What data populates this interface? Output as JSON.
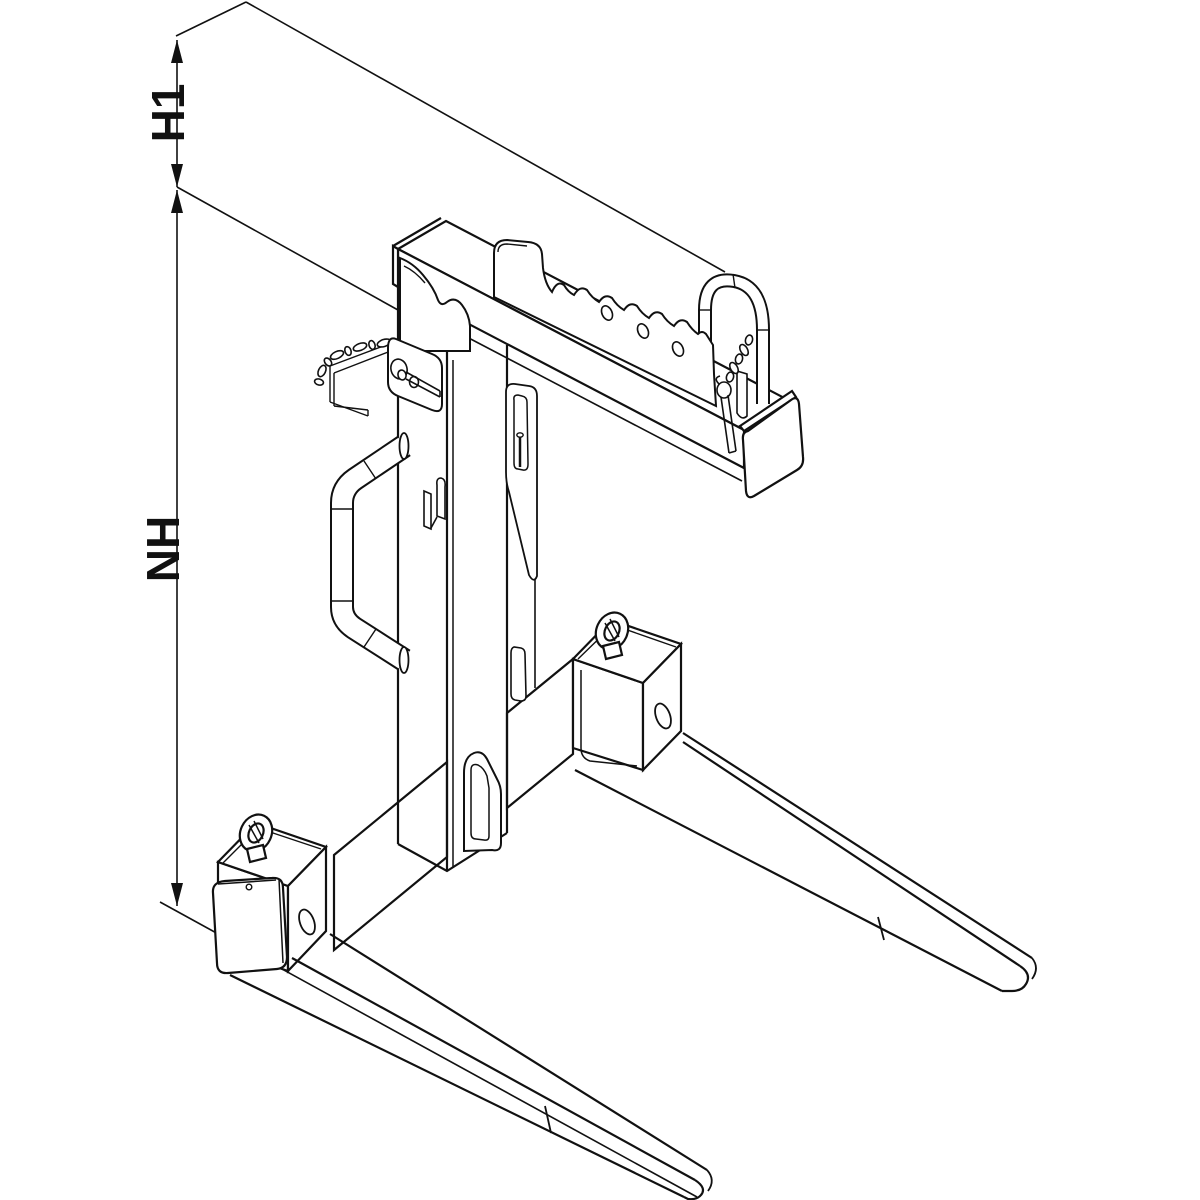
{
  "drawing": {
    "type": "isometric-technical-line-drawing",
    "subject": "crane fork pallet lifting attachment with adjustable serrated hook rail, bow shackle, grab handle, sliding fork brackets with eye bolts and tapered fork tines",
    "background_color": "#ffffff",
    "line_color": "#111111"
  },
  "dimensions": {
    "h1": {
      "label": "H1"
    },
    "nh": {
      "label": "NH"
    }
  }
}
